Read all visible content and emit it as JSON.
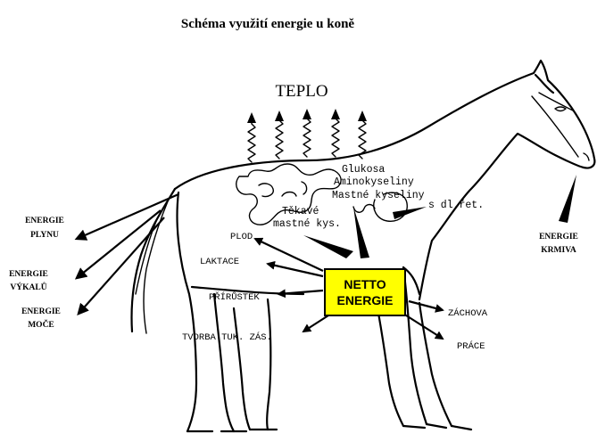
{
  "title": "Schéma využití energie u koně",
  "heat": "TEPLO",
  "labels": {
    "gas": [
      "ENERGIE",
      "PLYNU"
    ],
    "feces": [
      "ENERGIE",
      "VÝKALŮ"
    ],
    "urine": [
      "ENERGIE",
      "MOČE"
    ],
    "feed": [
      "ENERGIE",
      "KRMIVA"
    ],
    "glucose": "Glukosa",
    "amino": "Aminokyseliny",
    "fatty": "Mastné kyseliny",
    "longchain": "s dl.řet.",
    "volatile_1": "Těkavé",
    "volatile_2": "mastné kys.",
    "fetus": "PLOD",
    "lactation": "LAKTACE",
    "gain": "PŘÍRŮSTEK",
    "fat": "TVORBA TUK. ZÁS.",
    "maintenance": "ZÁCHOVA",
    "work": "PRÁCE"
  },
  "netto": [
    "NETTO",
    "ENERGIE"
  ],
  "colors": {
    "netto_fill": "#FFFF00",
    "ink": "#000000",
    "background": "#FFFFFF"
  }
}
